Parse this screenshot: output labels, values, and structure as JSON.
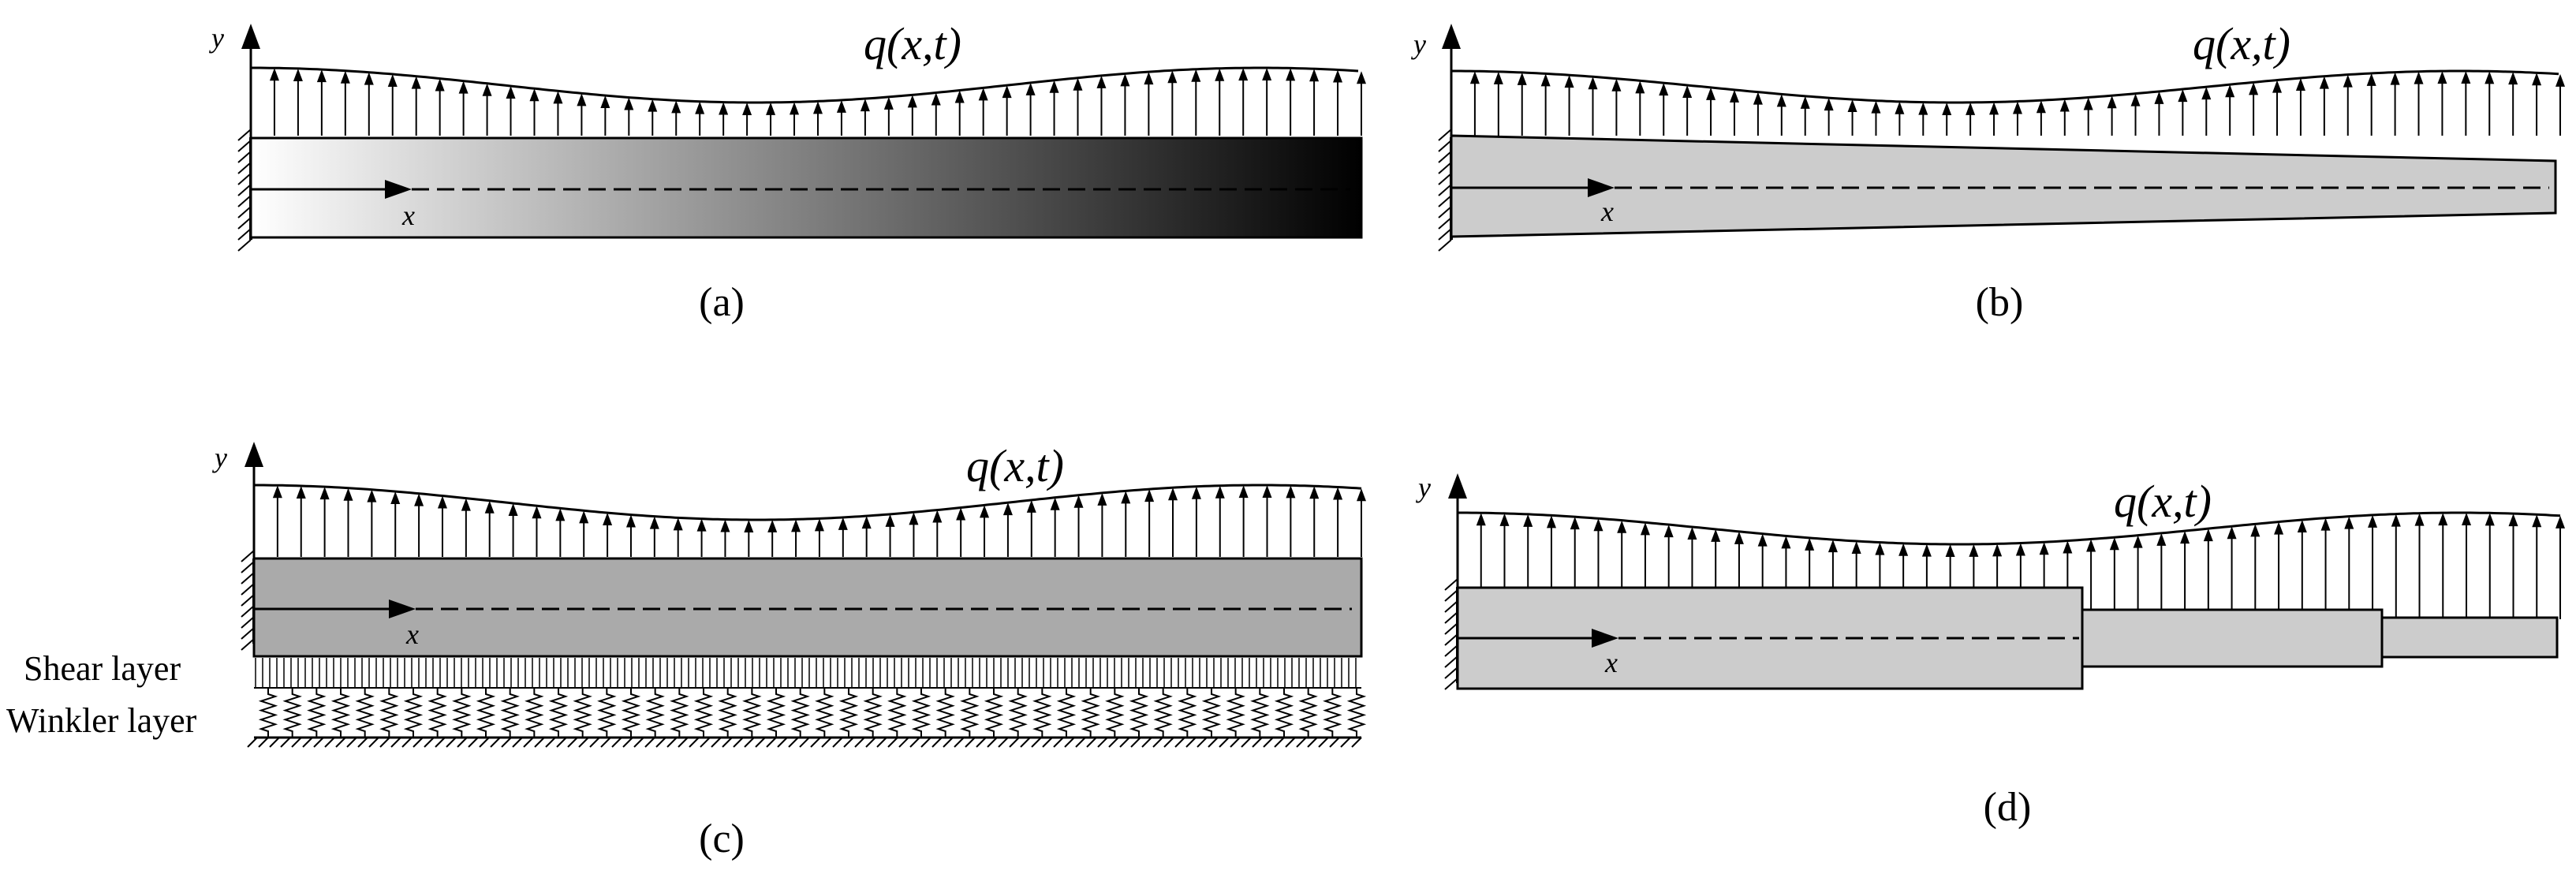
{
  "panels": [
    {
      "id": "a",
      "label": "(a)",
      "load_label": "q(x,t)",
      "x_axis_label": "x",
      "y_axis_label": "y",
      "beam": "functionally graded beam (white to black gradient)"
    },
    {
      "id": "b",
      "label": "(b)",
      "load_label": "q(x,t)",
      "x_axis_label": "x",
      "y_axis_label": "y",
      "beam": "tapered beam"
    },
    {
      "id": "c",
      "label": "(c)",
      "load_label": "q(x,t)",
      "x_axis_label": "x",
      "y_axis_label": "y",
      "beam": "beam on two-parameter foundation",
      "shear_layer_label": "Shear layer",
      "winkler_layer_label": "Winkler layer"
    },
    {
      "id": "d",
      "label": "(d)",
      "load_label": "q(x,t)",
      "x_axis_label": "x",
      "y_axis_label": "y",
      "beam": "stepped beam with three segments"
    }
  ],
  "colors": {
    "line": "#000000",
    "beam_fill": "#cccccc",
    "beam_fill_dark": "#aaaaaa",
    "gradient_start": "#ffffff",
    "gradient_end": "#000000"
  }
}
